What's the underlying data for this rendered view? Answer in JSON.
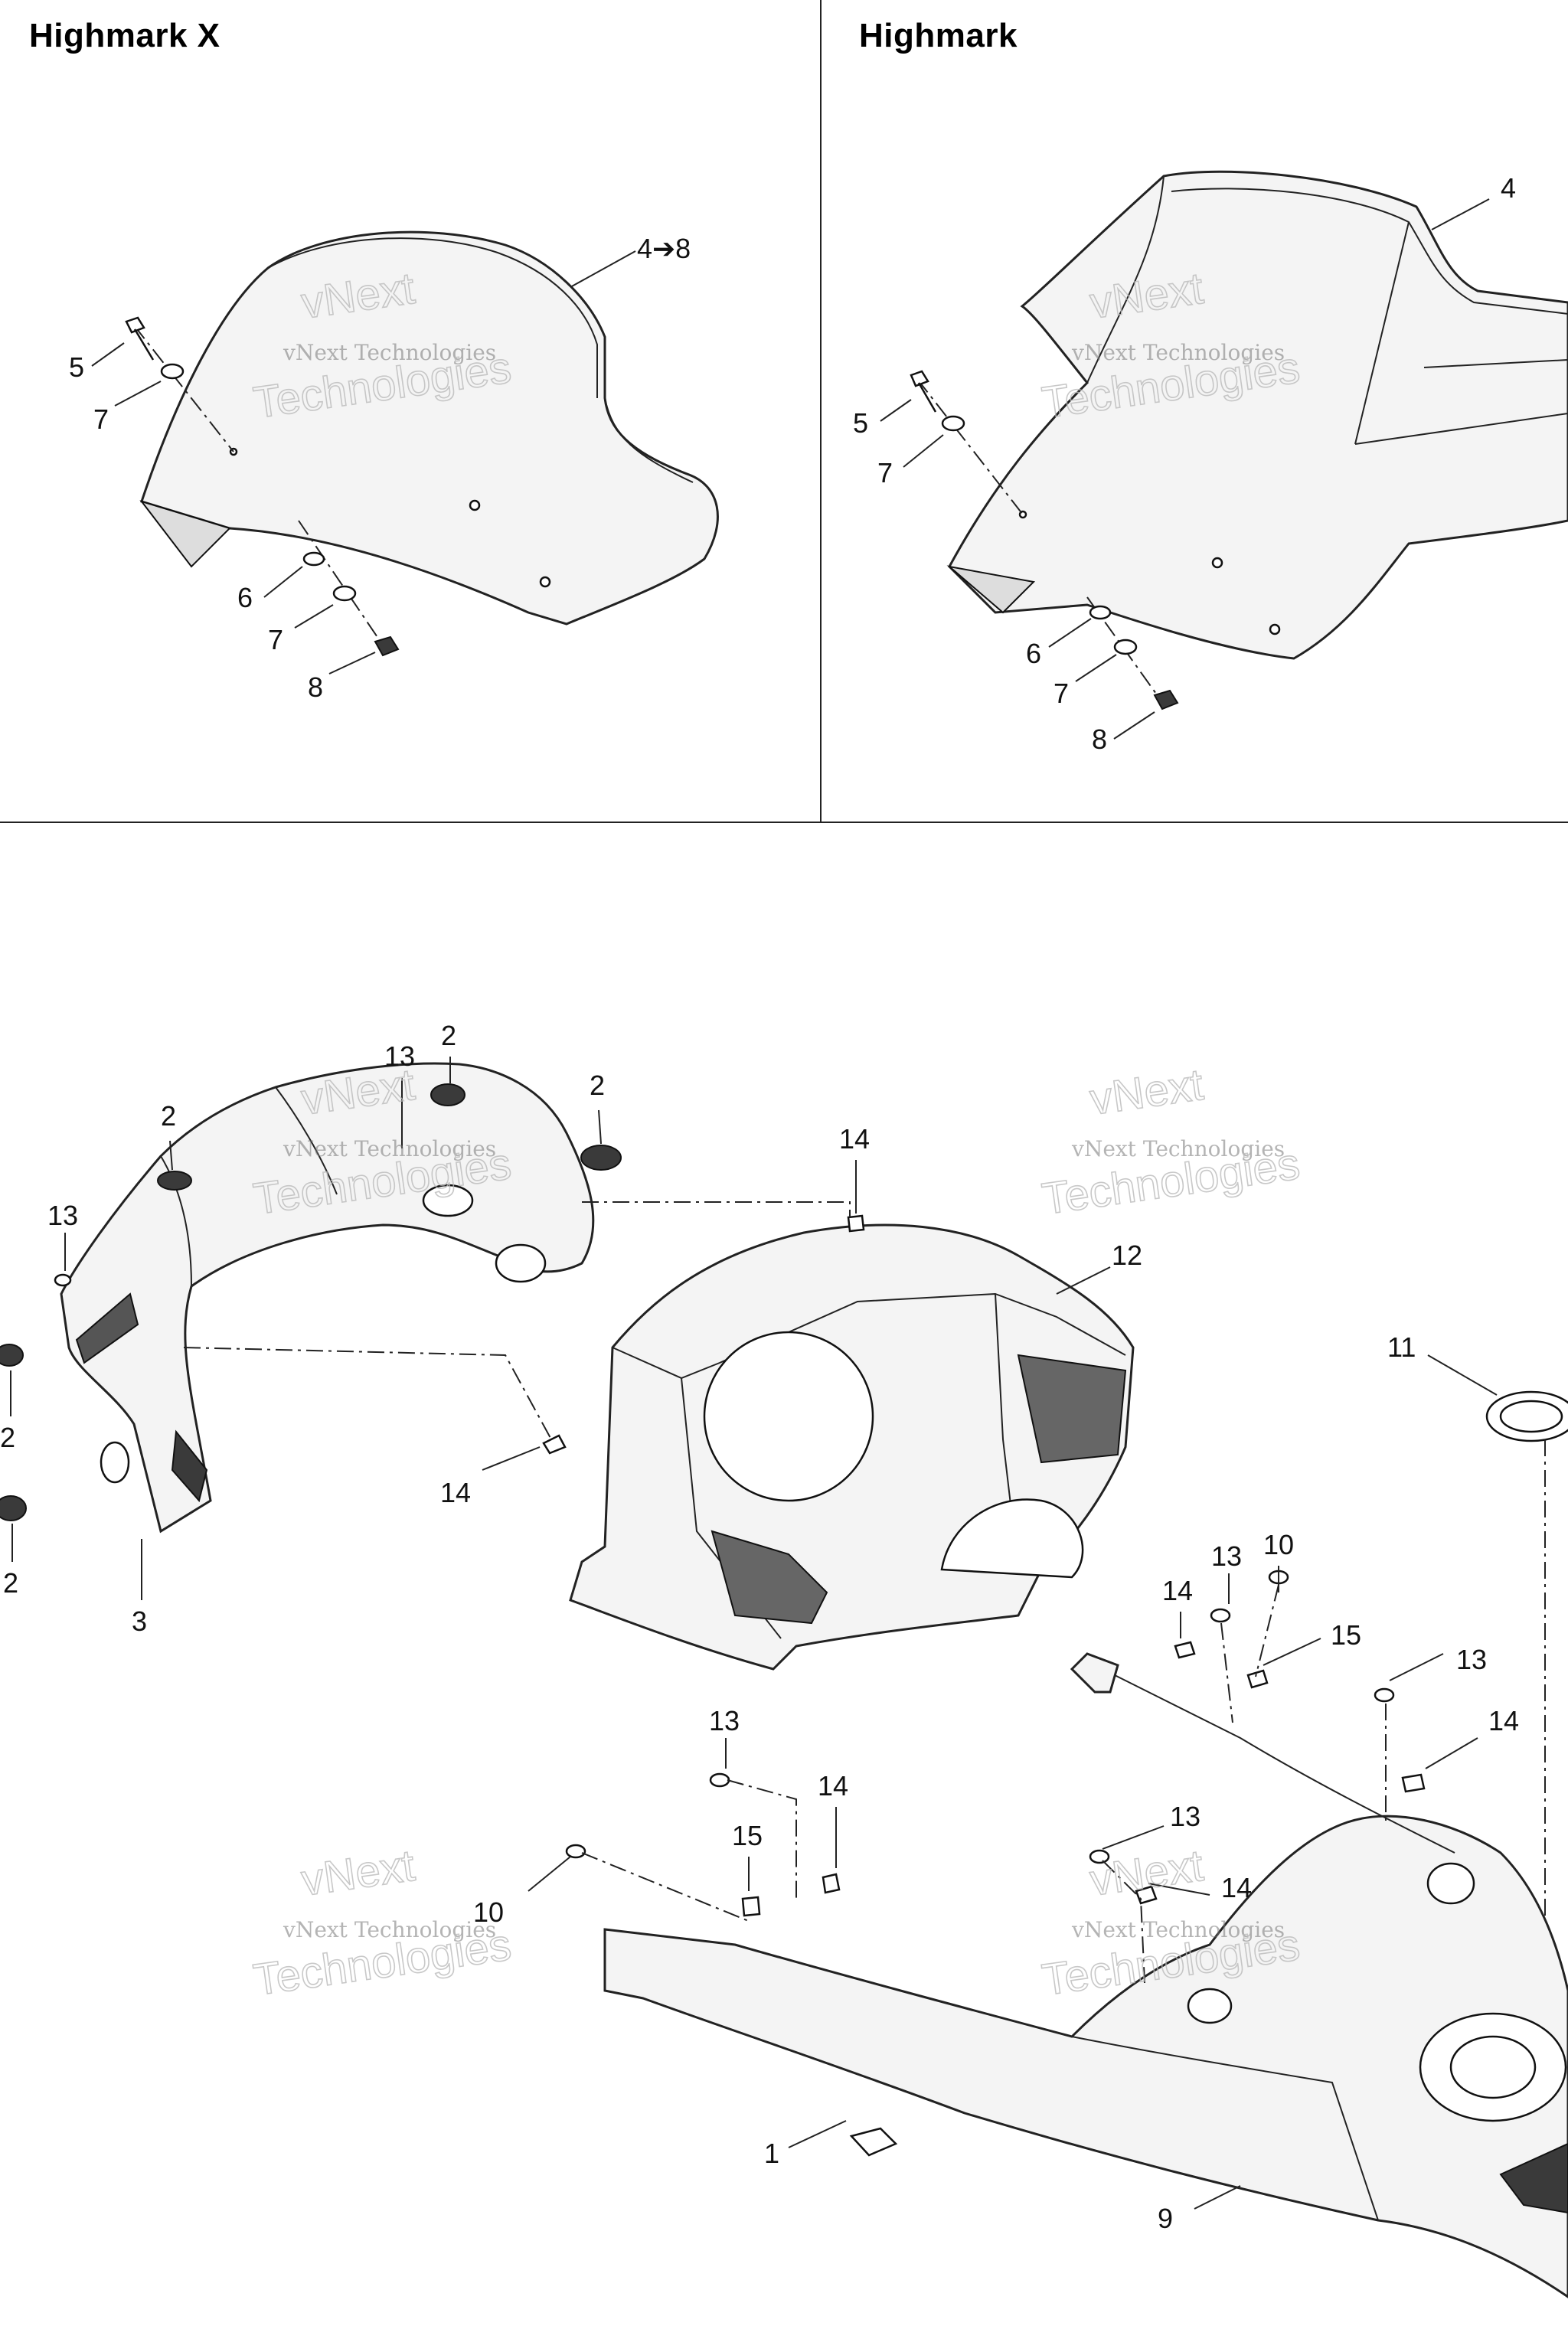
{
  "panels": {
    "left_title": "Highmark X",
    "right_title": "Highmark"
  },
  "watermark": {
    "line1": "vNext Technologies",
    "line2a": "vNext",
    "line2b": "Technologies"
  },
  "callouts": {
    "hx_4_8": "4➔8",
    "hx_5": "5",
    "hx_7a": "7",
    "hx_6": "6",
    "hx_7b": "7",
    "hx_8": "8",
    "h_4": "4",
    "h_5": "5",
    "h_7a": "7",
    "h_6": "6",
    "h_7b": "7",
    "h_8": "8",
    "b_13a": "13",
    "b_2a": "2",
    "b_2b": "2",
    "b_2c": "2",
    "b_13b": "13",
    "b_2d": "2",
    "b_2e": "2",
    "b_3": "3",
    "b_14a": "14",
    "b_12": "12",
    "b_14b": "14",
    "b_11": "11",
    "b_10a": "10",
    "b_13c": "13",
    "b_14c": "14",
    "b_15a": "15",
    "b_13d": "13",
    "b_14d": "14",
    "b_13e": "13",
    "b_14e": "14",
    "b_15b": "15",
    "b_13f": "13",
    "b_10b": "10",
    "b_14f": "14",
    "b_1": "1",
    "b_9": "9"
  }
}
